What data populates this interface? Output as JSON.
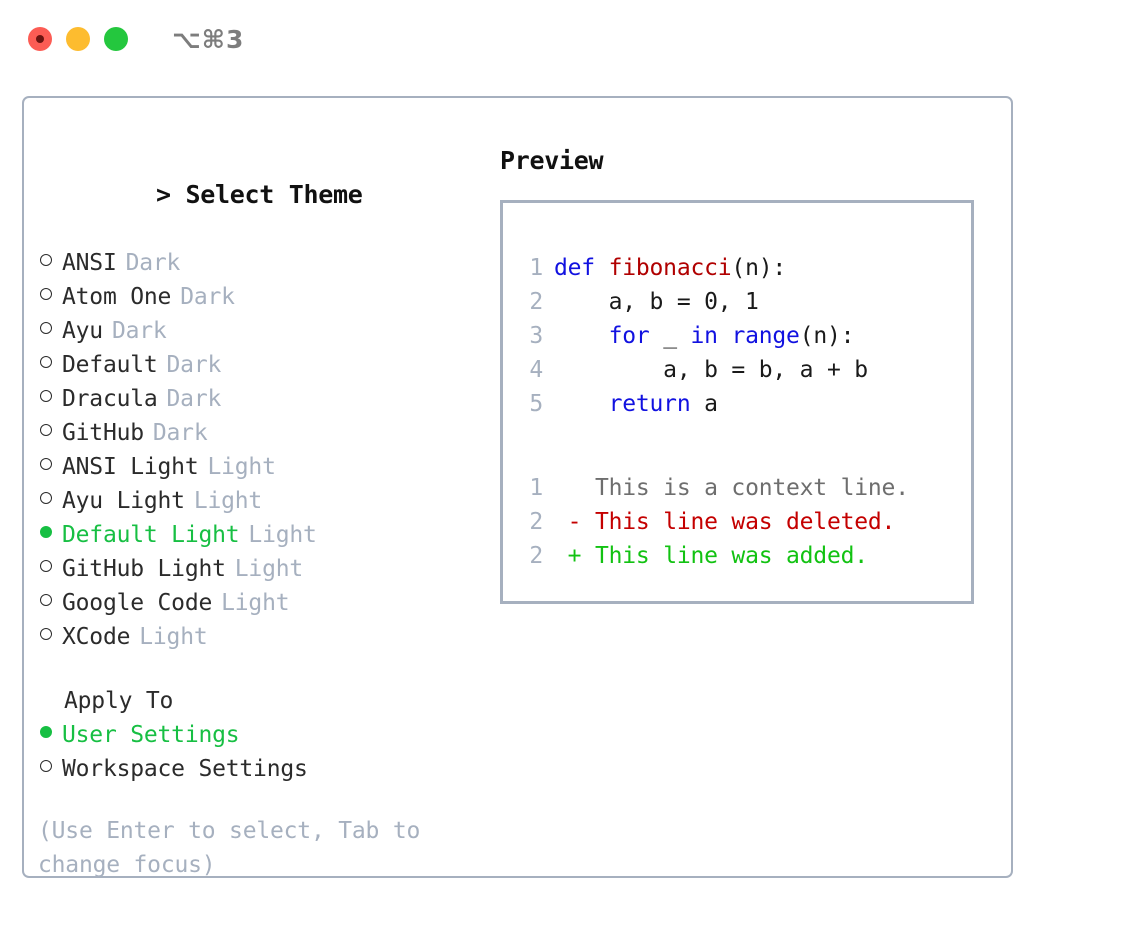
{
  "titlebar": {
    "shortcut_label": "⌥⌘3",
    "lights": [
      {
        "name": "close",
        "color": "#fc5c54"
      },
      {
        "name": "minimize",
        "color": "#fdbc2f"
      },
      {
        "name": "maximize",
        "color": "#24c73e"
      }
    ]
  },
  "theme_picker": {
    "caret": ">",
    "heading": "Select Theme",
    "selected_value": "Default Light",
    "items": [
      {
        "label": "ANSI",
        "tag": "Dark",
        "selected": false
      },
      {
        "label": "Atom One",
        "tag": "Dark",
        "selected": false
      },
      {
        "label": "Ayu",
        "tag": "Dark",
        "selected": false
      },
      {
        "label": "Default",
        "tag": "Dark",
        "selected": false
      },
      {
        "label": "Dracula",
        "tag": "Dark",
        "selected": false
      },
      {
        "label": "GitHub",
        "tag": "Dark",
        "selected": false
      },
      {
        "label": "ANSI Light",
        "tag": "Light",
        "selected": false
      },
      {
        "label": "Ayu Light",
        "tag": "Light",
        "selected": false
      },
      {
        "label": "Default Light",
        "tag": "Light",
        "selected": true
      },
      {
        "label": "GitHub Light",
        "tag": "Light",
        "selected": false
      },
      {
        "label": "Google Code",
        "tag": "Light",
        "selected": false
      },
      {
        "label": "XCode",
        "tag": "Light",
        "selected": false
      }
    ]
  },
  "apply_to": {
    "heading": "Apply To",
    "selected_value": "User Settings",
    "options": [
      {
        "label": "User Settings",
        "selected": true
      },
      {
        "label": "Workspace Settings",
        "selected": false
      }
    ]
  },
  "hint": "(Use Enter to select, Tab to\nchange focus)",
  "preview": {
    "heading": "Preview",
    "code_lines": [
      {
        "no": "1",
        "tokens": [
          {
            "t": "def ",
            "c": "kw"
          },
          {
            "t": "fibonacci",
            "c": "fn"
          },
          {
            "t": "(n):",
            "c": "pl"
          }
        ]
      },
      {
        "no": "2",
        "tokens": [
          {
            "t": "    a, b = 0, 1",
            "c": "pl"
          }
        ]
      },
      {
        "no": "3",
        "tokens": [
          {
            "t": "    ",
            "c": "pl"
          },
          {
            "t": "for",
            "c": "kw"
          },
          {
            "t": " _ ",
            "c": "pl"
          },
          {
            "t": "in",
            "c": "kw"
          },
          {
            "t": " ",
            "c": "pl"
          },
          {
            "t": "range",
            "c": "kw"
          },
          {
            "t": "(n):",
            "c": "pl"
          }
        ]
      },
      {
        "no": "4",
        "tokens": [
          {
            "t": "        a, b = b, a + b",
            "c": "pl"
          }
        ]
      },
      {
        "no": "5",
        "tokens": [
          {
            "t": "    ",
            "c": "pl"
          },
          {
            "t": "return",
            "c": "kw"
          },
          {
            "t": " a",
            "c": "pl"
          }
        ]
      }
    ],
    "diff_lines": [
      {
        "no": "1",
        "marker": " ",
        "text": "This is a context line.",
        "kind": "ctx"
      },
      {
        "no": "2",
        "marker": "-",
        "text": "This line was deleted.",
        "kind": "del"
      },
      {
        "no": "2",
        "marker": "+",
        "text": "This line was added.",
        "kind": "add"
      }
    ]
  },
  "colors": {
    "accent_green": "#17bf43",
    "muted": "#a6b0bf",
    "keyword_blue": "#1111e0",
    "function_red": "#b00000",
    "diff_delete": "#c40000",
    "diff_add": "#12c212"
  }
}
